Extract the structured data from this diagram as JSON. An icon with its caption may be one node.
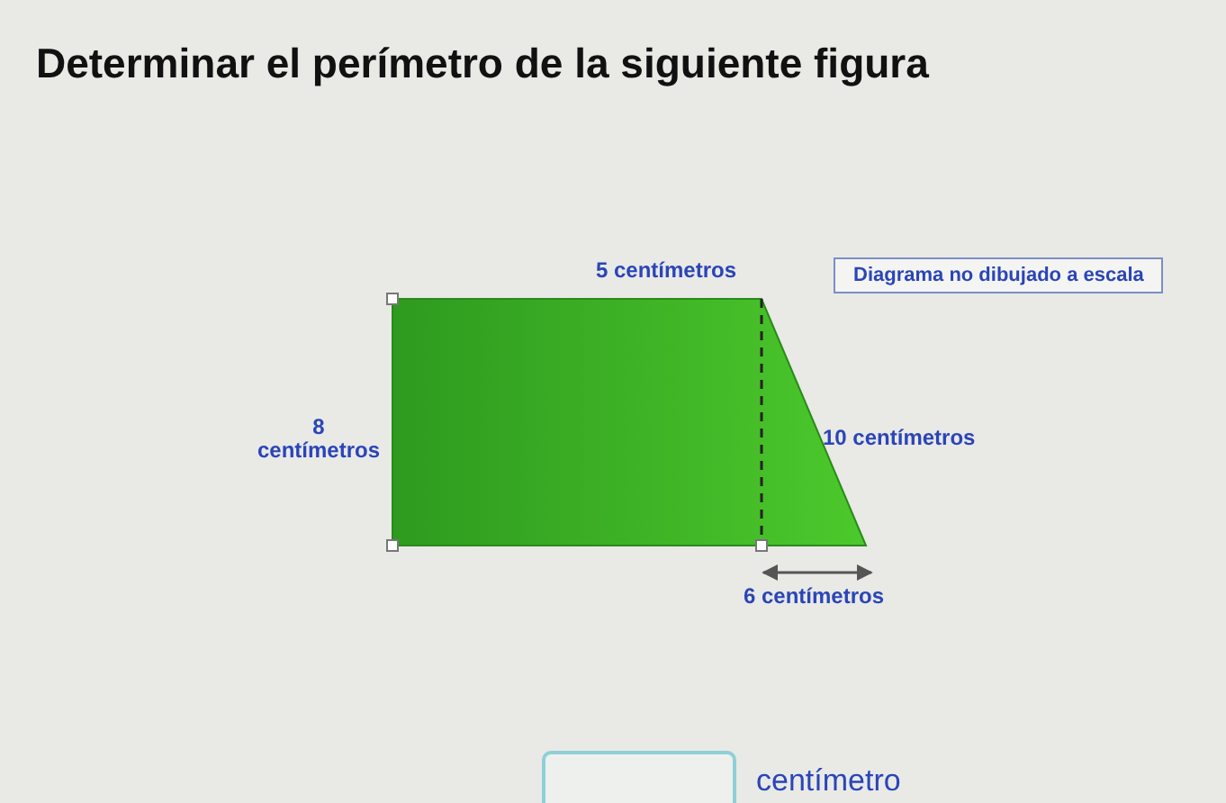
{
  "diagram": {
    "title": "Determinar el perímetro de la siguiente figura",
    "nodes": [
      {
        "text": [
          "Diagrama no dibujado a escala"
        ]
      }
    ],
    "labels": [
      "5 centímetros",
      "8 centímetros",
      "10 centímetros",
      "6 centímetros",
      "centímetro"
    ]
  }
}
